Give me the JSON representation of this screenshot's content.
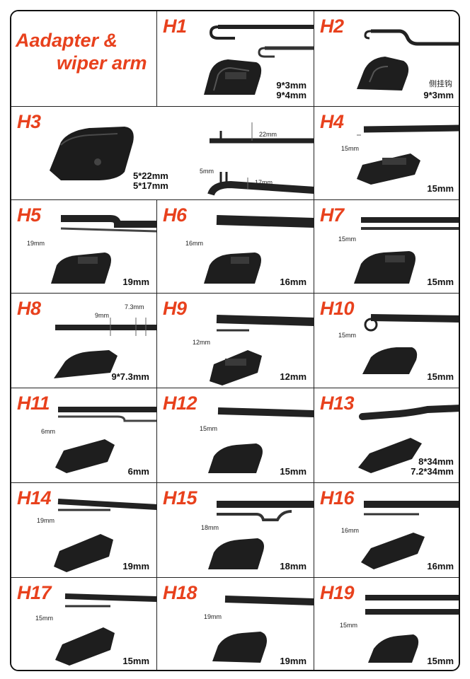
{
  "title": {
    "line1": "Aadapter &",
    "line2": "wiper arm"
  },
  "accent_color": "#e8411d",
  "cells": [
    {
      "code": "H1",
      "size": "9*3mm\n9*4mm"
    },
    {
      "code": "H2",
      "size": "9*3mm",
      "note": "侧挂钩"
    },
    {
      "code": "H3",
      "size": "5*22mm\n5*17mm",
      "dims": [
        "22mm",
        "5mm",
        "17mm"
      ]
    },
    {
      "code": "H4",
      "size": "15mm",
      "dims": [
        "15mm"
      ]
    },
    {
      "code": "H5",
      "size": "19mm",
      "dims": [
        "19mm"
      ]
    },
    {
      "code": "H6",
      "size": "16mm",
      "dims": [
        "16mm"
      ]
    },
    {
      "code": "H7",
      "size": "15mm",
      "dims": [
        "15mm"
      ]
    },
    {
      "code": "H8",
      "size": "9*7.3mm",
      "dims": [
        "9mm",
        "7.3mm"
      ]
    },
    {
      "code": "H9",
      "size": "12mm",
      "dims": [
        "12mm"
      ]
    },
    {
      "code": "H10",
      "size": "15mm",
      "dims": [
        "15mm"
      ]
    },
    {
      "code": "H11",
      "size": "6mm",
      "dims": [
        "6mm"
      ]
    },
    {
      "code": "H12",
      "size": "15mm",
      "dims": [
        "15mm"
      ]
    },
    {
      "code": "H13",
      "size": "8*34mm\n7.2*34mm"
    },
    {
      "code": "H14",
      "size": "19mm",
      "dims": [
        "19mm"
      ]
    },
    {
      "code": "H15",
      "size": "18mm",
      "dims": [
        "18mm"
      ]
    },
    {
      "code": "H16",
      "size": "16mm",
      "dims": [
        "16mm"
      ]
    },
    {
      "code": "H17",
      "size": "15mm",
      "dims": [
        "15mm"
      ]
    },
    {
      "code": "H18",
      "size": "19mm",
      "dims": [
        "19mm"
      ]
    },
    {
      "code": "H19",
      "size": "15mm",
      "dims": [
        "15mm"
      ]
    }
  ]
}
